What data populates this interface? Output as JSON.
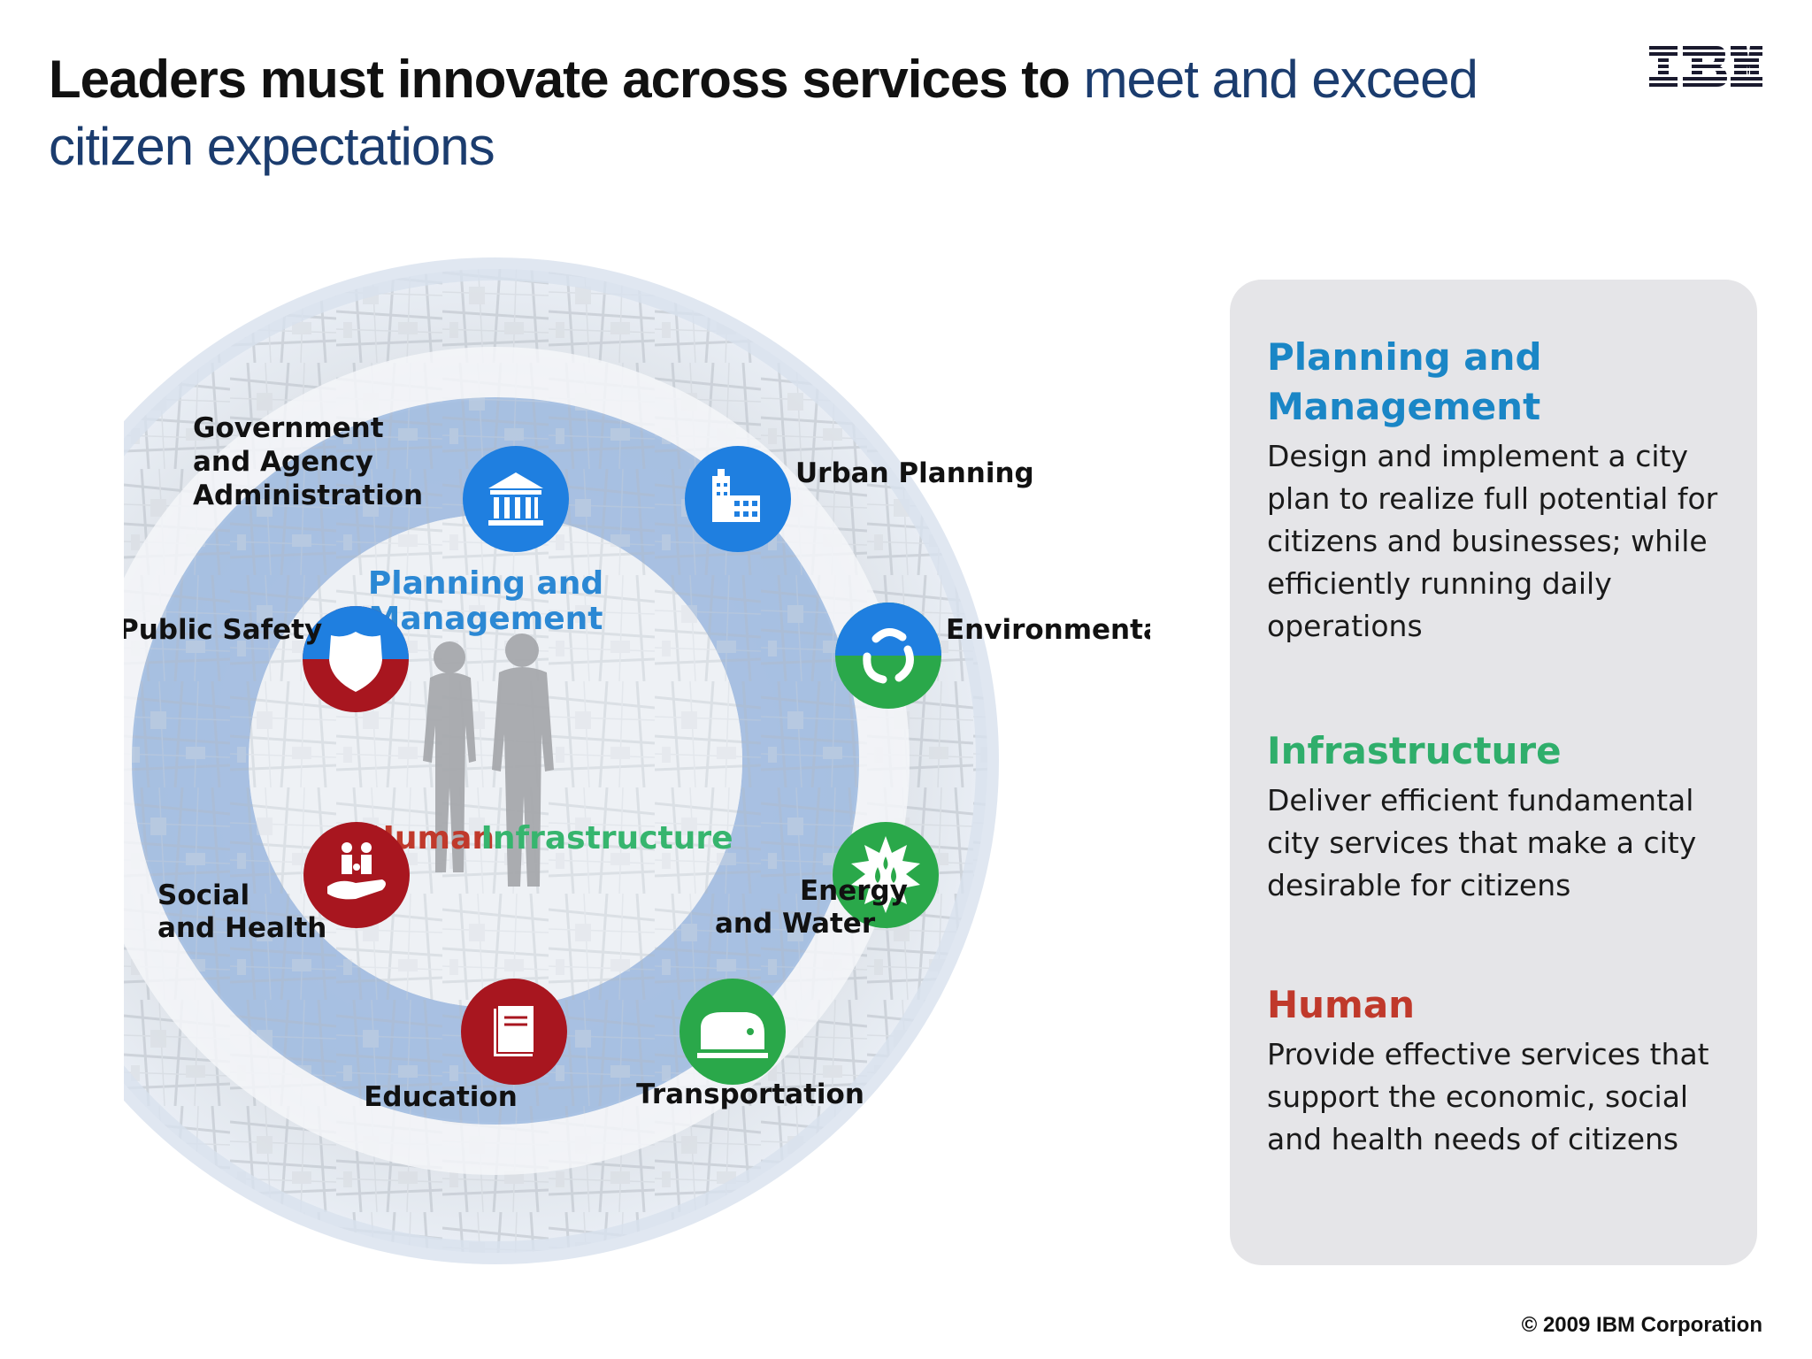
{
  "title": {
    "part1": "Leaders must innovate across services to",
    "part2": "meet and exceed citizen expectations"
  },
  "logo": {
    "text": "IBM",
    "color": "#1a1a2e"
  },
  "diagram": {
    "center_labels": {
      "planning_line1": "Planning and",
      "planning_line2": "Management",
      "human": "Human",
      "infrastructure": "Infrastructure"
    },
    "services": [
      {
        "id": "government",
        "lines": [
          "Government",
          "and Agency",
          "Administration"
        ],
        "icon": "bank-icon",
        "color": "#1f7fe0"
      },
      {
        "id": "urban-planning",
        "lines": [
          "Urban Planning"
        ],
        "icon": "buildings-icon",
        "color": "#1f7fe0"
      },
      {
        "id": "environmental",
        "lines": [
          "Environmental"
        ],
        "icon": "recycle-icon",
        "color": "#2aa84a"
      },
      {
        "id": "energy-water",
        "lines": [
          "Energy",
          "and Water"
        ],
        "icon": "water-drops-icon",
        "color": "#2aa84a"
      },
      {
        "id": "transportation",
        "lines": [
          "Transportation"
        ],
        "icon": "train-icon",
        "color": "#2aa84a"
      },
      {
        "id": "education",
        "lines": [
          "Education"
        ],
        "icon": "book-icon",
        "color": "#a8161f"
      },
      {
        "id": "social-health",
        "lines": [
          "Social",
          "and Health"
        ],
        "icon": "family-hand-icon",
        "color": "#a8161f"
      },
      {
        "id": "public-safety",
        "lines": [
          "Public Safety"
        ],
        "icon": "shield-icon",
        "color": "#a8161f"
      }
    ]
  },
  "panel": {
    "sections": [
      {
        "heading_line1": "Planning and",
        "heading_line2": "Management",
        "body": "Design and implement a city plan to realize full potential for citizens and businesses; while efficiently running daily operations",
        "color": "#1a86c6"
      },
      {
        "heading": "Infrastructure",
        "body": "Deliver efficient fundamental city services that make a city desirable for citizens",
        "color": "#2fae6b"
      },
      {
        "heading": "Human",
        "body": "Provide effective services that support the economic, social and health needs of citizens",
        "color": "#c0392b"
      }
    ]
  },
  "copyright": "© 2009 IBM Corporation"
}
